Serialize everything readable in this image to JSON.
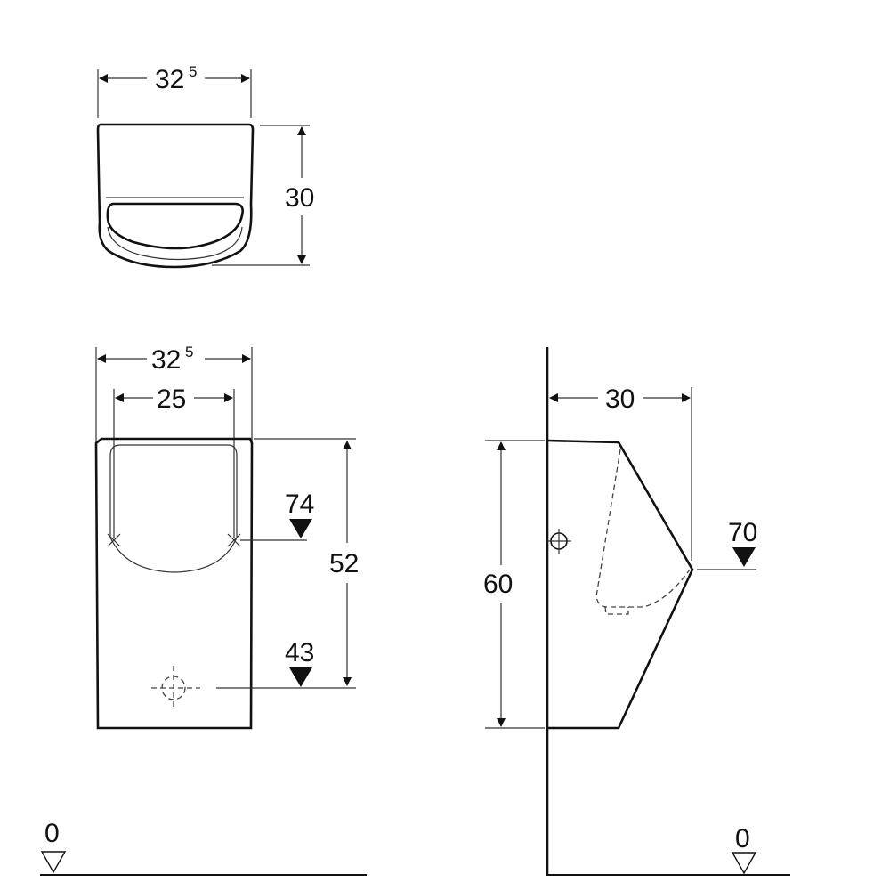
{
  "top_view": {
    "width_main": "32",
    "width_sup": "5",
    "depth": "30"
  },
  "front_view": {
    "width_main": "32",
    "width_sup": "5",
    "inner_width": "25",
    "height": "52",
    "level_upper": "74",
    "level_lower": "43"
  },
  "side_view": {
    "depth": "30",
    "height": "60",
    "level": "70"
  },
  "floor": {
    "left_label": "0",
    "right_label": "0"
  },
  "colors": {
    "line": "#111111",
    "background": "#ffffff"
  }
}
